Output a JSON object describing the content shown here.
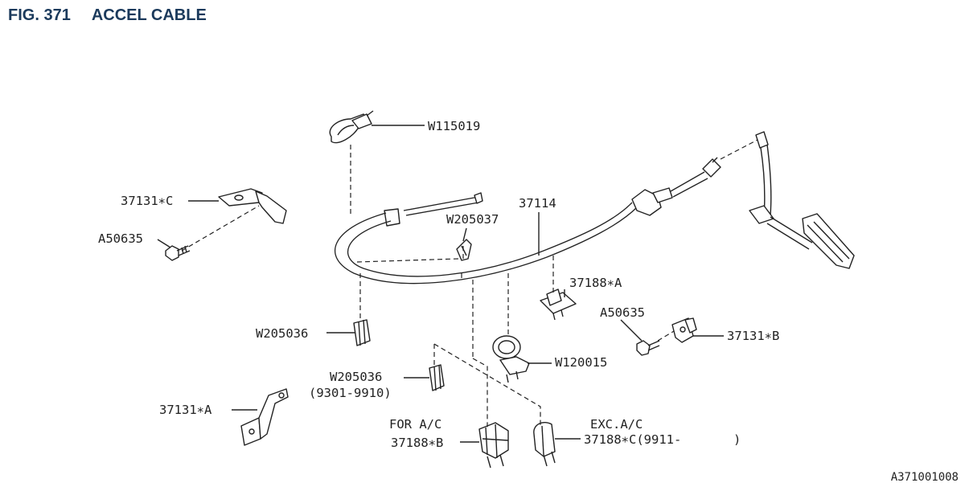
{
  "header": {
    "fig_number": "FIG. 371",
    "title": "ACCEL CABLE"
  },
  "labels": {
    "w115019": "W115019",
    "p37114": "37114",
    "w205037": "W205037",
    "p37131c": "37131∗C",
    "a50635_left": "A50635",
    "p37188a": "37188∗A",
    "a50635_right": "A50635",
    "p37131b": "37131∗B",
    "w205036_left": "W205036",
    "w120015": "W120015",
    "w205036_mid": "W205036",
    "w205036_mid_range": "(9301-9910)",
    "p37131a": "37131∗A",
    "for_ac": "FOR A/C",
    "p37188b": "37188∗B",
    "exc_ac": "EXC.A/C",
    "p37188c": "37188∗C(9911-",
    "p37188c_close": ")"
  },
  "footer": {
    "code": "A371001008"
  }
}
